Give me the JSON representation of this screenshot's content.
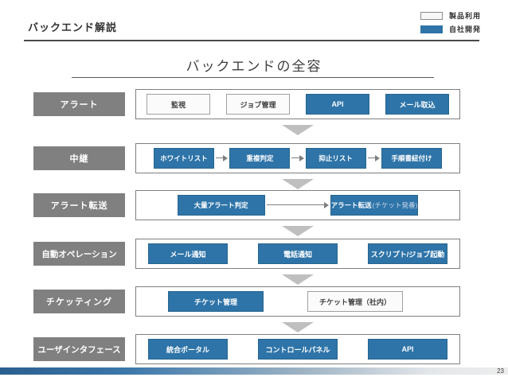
{
  "page": {
    "header_title": "バックエンド解説",
    "page_number": "23"
  },
  "legend": {
    "items": [
      {
        "label": "製品利用",
        "type": "product"
      },
      {
        "label": "自社開発",
        "type": "inhouse"
      }
    ]
  },
  "diagram": {
    "title": "バックエンドの全容",
    "rows": [
      {
        "label": "アラート",
        "flow": false,
        "boxes": [
          {
            "text": "監視",
            "type": "product"
          },
          {
            "text": "ジョブ管理",
            "type": "product"
          },
          {
            "text": "API",
            "type": "inhouse"
          },
          {
            "text": "メール取込",
            "type": "inhouse"
          }
        ]
      },
      {
        "label": "中継",
        "flow": true,
        "boxes": [
          {
            "text": "ホワイトリスト",
            "type": "inhouse"
          },
          {
            "text": "重複判定",
            "type": "inhouse"
          },
          {
            "text": "抑止リスト",
            "type": "inhouse"
          },
          {
            "text": "手順書紐付け",
            "type": "inhouse"
          }
        ]
      },
      {
        "label": "アラート転送",
        "flow": true,
        "boxes": [
          {
            "text": "大量アラート判定",
            "type": "inhouse"
          },
          {
            "text": "アラート転送",
            "suffix": "(チケット発番)",
            "type": "inhouse"
          }
        ]
      },
      {
        "label": "自動オペレーション",
        "flow": false,
        "boxes": [
          {
            "text": "メール通知",
            "type": "inhouse"
          },
          {
            "text": "電話通知",
            "type": "inhouse"
          },
          {
            "text": "スクリプト/ジョブ起動",
            "type": "inhouse"
          }
        ]
      },
      {
        "label": "チケッティング",
        "flow": false,
        "boxes": [
          {
            "text": "チケット管理",
            "type": "inhouse"
          },
          {
            "text": "チケット管理（社内）",
            "type": "product"
          }
        ]
      },
      {
        "label": "ユーザインタフェース",
        "flow": false,
        "boxes": [
          {
            "text": "統合ポータル",
            "type": "inhouse"
          },
          {
            "text": "コントロールパネル",
            "type": "inhouse"
          },
          {
            "text": "API",
            "type": "inhouse"
          }
        ]
      }
    ]
  },
  "colors": {
    "inhouse_blue": "#2e74a8",
    "product_bg": "#fbfbfb",
    "product_border": "#a0a0a0",
    "row_label_gray": "#808080",
    "down_arrow_gray": "#bfbfbf",
    "footer_gradient_start": "#2b5f8f",
    "footer_gradient_end": "#ededed"
  }
}
